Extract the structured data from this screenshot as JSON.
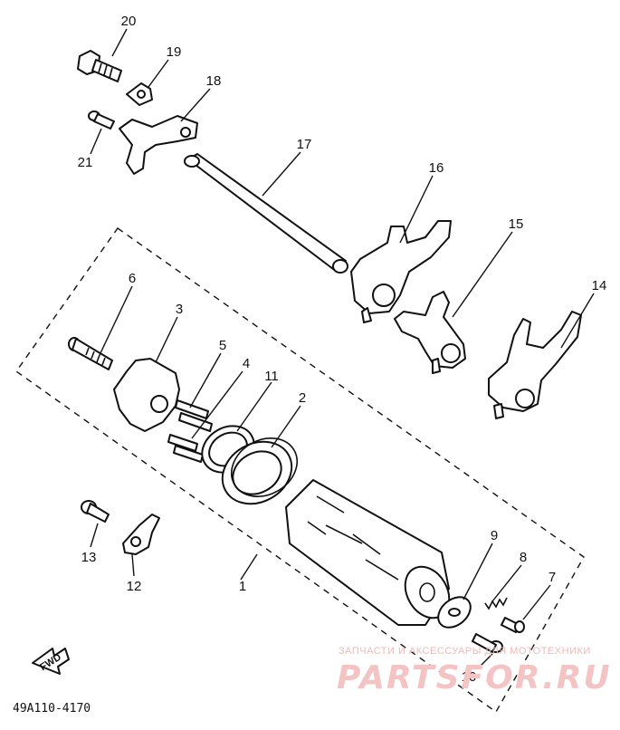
{
  "diagram": {
    "part_numbers": {
      "p1": "1",
      "p2": "2",
      "p3": "3",
      "p4": "4",
      "p5": "5",
      "p6": "6",
      "p7": "7",
      "p8": "8",
      "p9": "9",
      "p10": "10",
      "p11": "11",
      "p12": "12",
      "p13": "13",
      "p14": "14",
      "p15": "15",
      "p16": "16",
      "p17": "17",
      "p18": "18",
      "p19": "19",
      "p20": "20",
      "p21": "21"
    },
    "fwd_label": "FWD",
    "drawing_code": "49A110-4170"
  },
  "watermark": {
    "tagline": "ЗАПЧАСТИ И АКСЕССУАРЫ ДЛЯ МОТОТЕХНИКИ",
    "brand": "PARTSFOR.RU"
  }
}
